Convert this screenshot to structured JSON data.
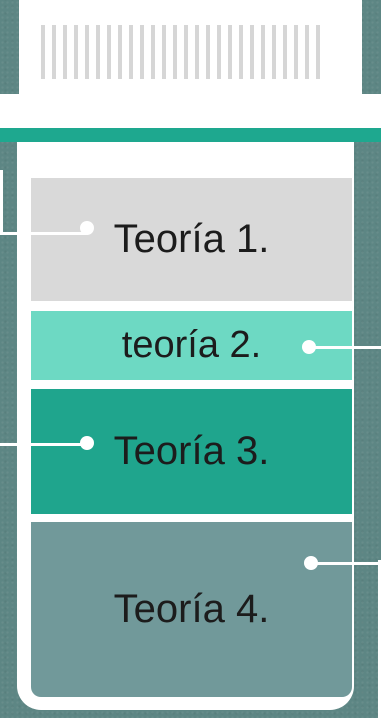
{
  "labels": {
    "theory1": "Teoría 1.",
    "theory2": "teoría 2.",
    "theory3": "Teoría 3.",
    "theory4": "Teoría 4."
  },
  "colors": {
    "background": "#5d8684",
    "cap": "#ffffff",
    "rim": "#1ea88f",
    "segment1": "#d9d9d9",
    "segment2": "#6dd9c3",
    "segment3": "#1fa58d",
    "segment4": "#71999a"
  }
}
